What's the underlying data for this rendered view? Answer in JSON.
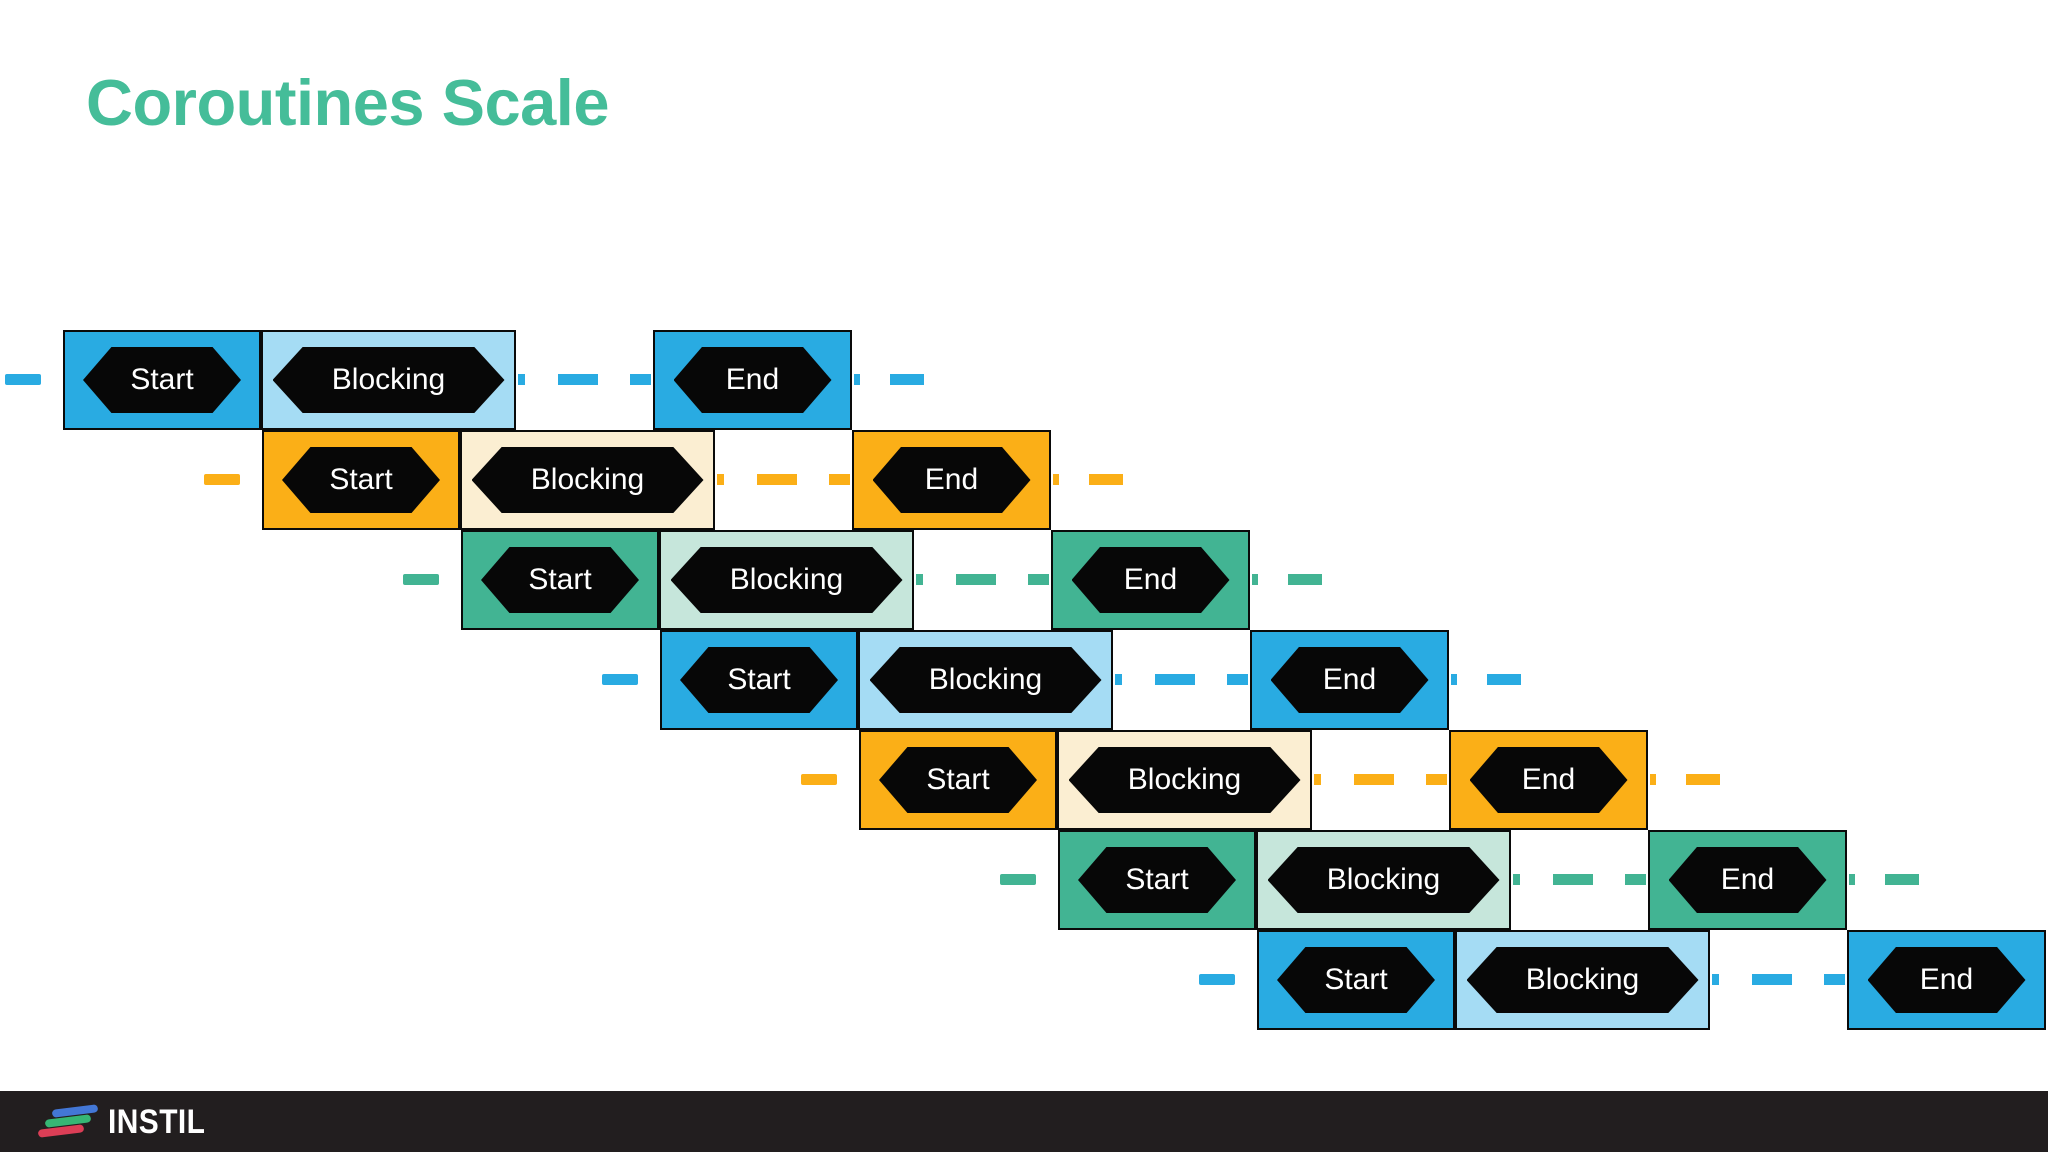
{
  "title": "Coroutines Scale",
  "title_color": "#45bd99",
  "palette": {
    "blue": {
      "solid": "#29abe2",
      "light": "#a5dcf4"
    },
    "orange": {
      "solid": "#fbaf17",
      "light": "#fbeed2"
    },
    "teal": {
      "solid": "#42b493",
      "light": "#c6e6db"
    }
  },
  "rows": [
    {
      "theme": "blue",
      "start": "Start",
      "blocking": "Blocking",
      "end": "End"
    },
    {
      "theme": "orange",
      "start": "Start",
      "blocking": "Blocking",
      "end": "End"
    },
    {
      "theme": "teal",
      "start": "Start",
      "blocking": "Blocking",
      "end": "End"
    },
    {
      "theme": "blue",
      "start": "Start",
      "blocking": "Blocking",
      "end": "End"
    },
    {
      "theme": "orange",
      "start": "Start",
      "blocking": "Blocking",
      "end": "End"
    },
    {
      "theme": "teal",
      "start": "Start",
      "blocking": "Blocking",
      "end": "End"
    },
    {
      "theme": "blue",
      "start": "Start",
      "blocking": "Blocking",
      "end": "End"
    }
  ],
  "footer": {
    "brand": "INSTIL",
    "background": "#221e1f",
    "logo_bar_colors": [
      "#4377d6",
      "#36b674",
      "#dc3e56"
    ]
  }
}
